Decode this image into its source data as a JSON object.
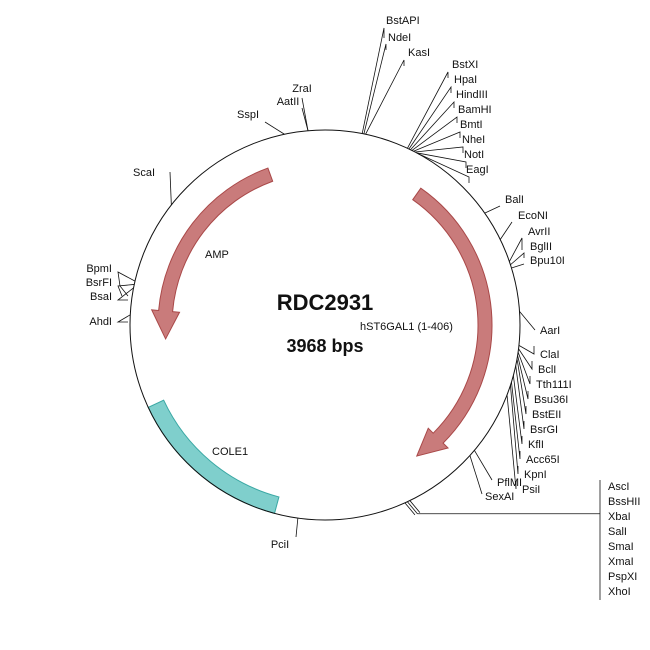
{
  "plasmid": {
    "name": "RDC2931",
    "size_label": "3968 bps",
    "length_bp": 3968
  },
  "colors": {
    "arrow_fill": "#c97b7b",
    "arrow_stroke": "#a94848",
    "cole1_fill": "#7fcfcc",
    "cole1_stroke": "#3aa8a4",
    "line": "#111111"
  },
  "features": [
    {
      "name": "hST6GAL1 (1-406)",
      "type": "arrow",
      "start_deg": 35,
      "end_deg": 145,
      "direction": "cw"
    },
    {
      "name": "AMP",
      "type": "arrow",
      "start_deg": 340,
      "end_deg": 265,
      "direction": "ccw"
    },
    {
      "name": "COLE1",
      "type": "box",
      "start_deg": 195,
      "end_deg": 245
    }
  ],
  "sites": [
    {
      "name": "ZraI",
      "deg": 355
    },
    {
      "name": "AatII",
      "deg": 355
    },
    {
      "name": "SspI",
      "deg": 348
    },
    {
      "name": "ScaI",
      "deg": 308
    },
    {
      "name": "BpmI",
      "deg": 283
    },
    {
      "name": "BsrFI",
      "deg": 282
    },
    {
      "name": "BsaI",
      "deg": 281
    },
    {
      "name": "AhdI",
      "deg": 273
    },
    {
      "name": "PciI",
      "deg": 188
    },
    {
      "name": "BstAPI",
      "deg": 11
    },
    {
      "name": "NdeI",
      "deg": 11.5
    },
    {
      "name": "KasI",
      "deg": 12
    },
    {
      "name": "BstXI",
      "deg": 25
    },
    {
      "name": "HpaI",
      "deg": 25.5
    },
    {
      "name": "HindIII",
      "deg": 26
    },
    {
      "name": "BamHI",
      "deg": 26.5
    },
    {
      "name": "BmtI",
      "deg": 27
    },
    {
      "name": "NheI",
      "deg": 27.5
    },
    {
      "name": "NotI",
      "deg": 28
    },
    {
      "name": "EagI",
      "deg": 28.5
    },
    {
      "name": "BalI",
      "deg": 55
    },
    {
      "name": "EcoNI",
      "deg": 64
    },
    {
      "name": "AvrII",
      "deg": 71
    },
    {
      "name": "BglII",
      "deg": 72
    },
    {
      "name": "Bpu10I",
      "deg": 73
    },
    {
      "name": "AarI",
      "deg": 86
    },
    {
      "name": "ClaI",
      "deg": 96
    },
    {
      "name": "BclI",
      "deg": 97
    },
    {
      "name": "Tth111I",
      "deg": 98
    },
    {
      "name": "Bsu36I",
      "deg": 99
    },
    {
      "name": "BstEII",
      "deg": 100
    },
    {
      "name": "BsrGI",
      "deg": 102
    },
    {
      "name": "KflI",
      "deg": 105
    },
    {
      "name": "Acc65I",
      "deg": 107
    },
    {
      "name": "KpnI",
      "deg": 108
    },
    {
      "name": "PsiI",
      "deg": 111
    },
    {
      "name": "PflMI",
      "deg": 130
    },
    {
      "name": "SexAI",
      "deg": 132
    }
  ],
  "site_group_box": {
    "deg": 155,
    "names": [
      "AscI",
      "BssHII",
      "XbaI",
      "SalI",
      "SmaI",
      "XmaI",
      "PspXI",
      "XhoI"
    ]
  }
}
